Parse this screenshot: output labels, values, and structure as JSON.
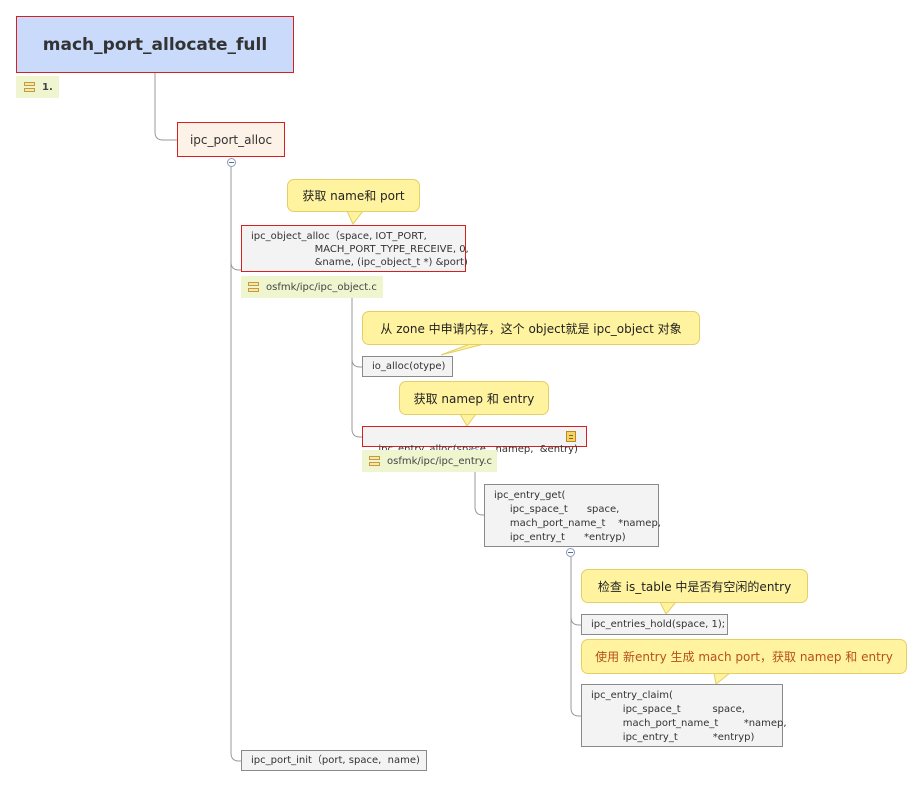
{
  "root": {
    "title": "mach_port_allocate_full",
    "note_label": "1."
  },
  "nodes": {
    "ipc_port_alloc": "ipc_port_alloc",
    "ipc_object_alloc": "ipc_object_alloc（space, IOT_PORT,\n                    MACH_PORT_TYPE_RECEIVE, 0,\n                    &name, (ipc_object_t *) &port)",
    "ipc_object_note": "osfmk/ipc/ipc_object.c",
    "io_alloc": "io_alloc(otype)",
    "ipc_entry_alloc": "ipc_entry_alloc(space,  namep,  &entry)",
    "ipc_entry_note": "osfmk/ipc/ipc_entry.c",
    "ipc_entry_get": "ipc_entry_get(\n     ipc_space_t      space,\n     mach_port_name_t    *namep,\n     ipc_entry_t      *entryp)",
    "ipc_entries_hold": "ipc_entries_hold(space, 1);",
    "ipc_entry_claim": "ipc_entry_claim(\n          ipc_space_t          space,\n          mach_port_name_t        *namep,\n          ipc_entry_t           *entryp)",
    "ipc_port_init": "ipc_port_init（port, space,  name)"
  },
  "callouts": {
    "get_name_port": "获取 name和 port",
    "zone_alloc": "从 zone 中申请内存，这个 object就是 ipc_object 对象",
    "get_namep_entry": "获取 namep 和 entry",
    "check_is_table": "检查 is_table 中是否有空闲的entry",
    "new_entry": "使用 新entry 生成 mach port，获取 namep 和 entry"
  },
  "colors": {
    "root_fill": "#c9dafb",
    "red_border": "#d61f1f",
    "callout_fill": "#fff3a0",
    "note_fill": "#eef5cf",
    "orange_text": "#b5501f"
  },
  "icons": [
    "collapse-icon",
    "memo-icon",
    "note-icon"
  ]
}
